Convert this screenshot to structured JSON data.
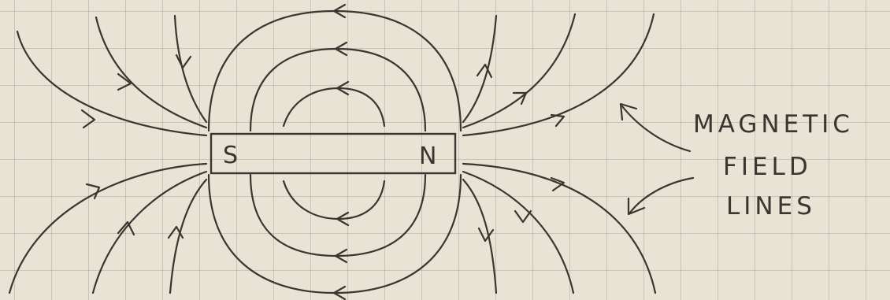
{
  "magnet": {
    "south_label": "S",
    "north_label": "N"
  },
  "caption": {
    "line1": "MAGNETIC",
    "line2": "FIELD",
    "line3": "LINES"
  },
  "colors": {
    "ink": "#3a3530",
    "paper": "#e8e3d4",
    "grid": "#8a8a80"
  }
}
